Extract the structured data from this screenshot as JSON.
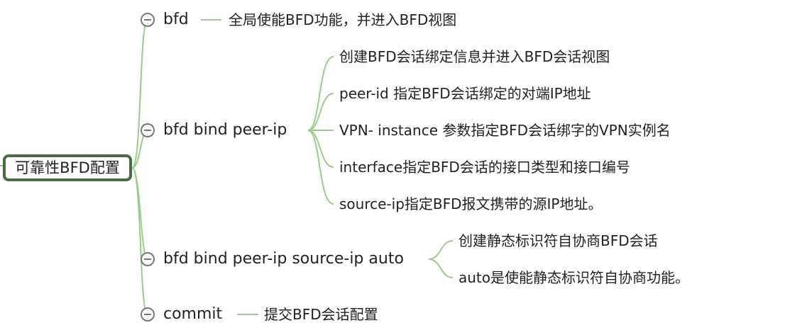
{
  "root": {
    "label": "可靠性BFD配置"
  },
  "branches": [
    {
      "label": "bfd",
      "children": [
        "全局使能BFD功能，并进入BFD视图"
      ]
    },
    {
      "label": "bfd bind peer-ip",
      "children": [
        "创建BFD会话绑定信息并进入BFD会话视图",
        "peer-id 指定BFD会话绑定的对端IP地址",
        "VPN- instance 参数指定BFD会话绑字的VPN实例名",
        "interface指定BFD会话的接口类型和接口编号",
        "source-ip指定BFD报文携带的源IP地址。"
      ]
    },
    {
      "label": "bfd bind peer-ip source-ip auto",
      "children": [
        "创建静态标识符自协商BFD会话",
        "auto是使能静态标识符自协商功能。"
      ]
    },
    {
      "label": "commit",
      "children": [
        "提交BFD会话配置"
      ]
    }
  ],
  "colors": {
    "line": "#9ccc8c",
    "root_border": "#4a6b44",
    "text": "#222222",
    "toggle": "#777777"
  },
  "icons": {
    "collapse": "collapse-icon"
  }
}
